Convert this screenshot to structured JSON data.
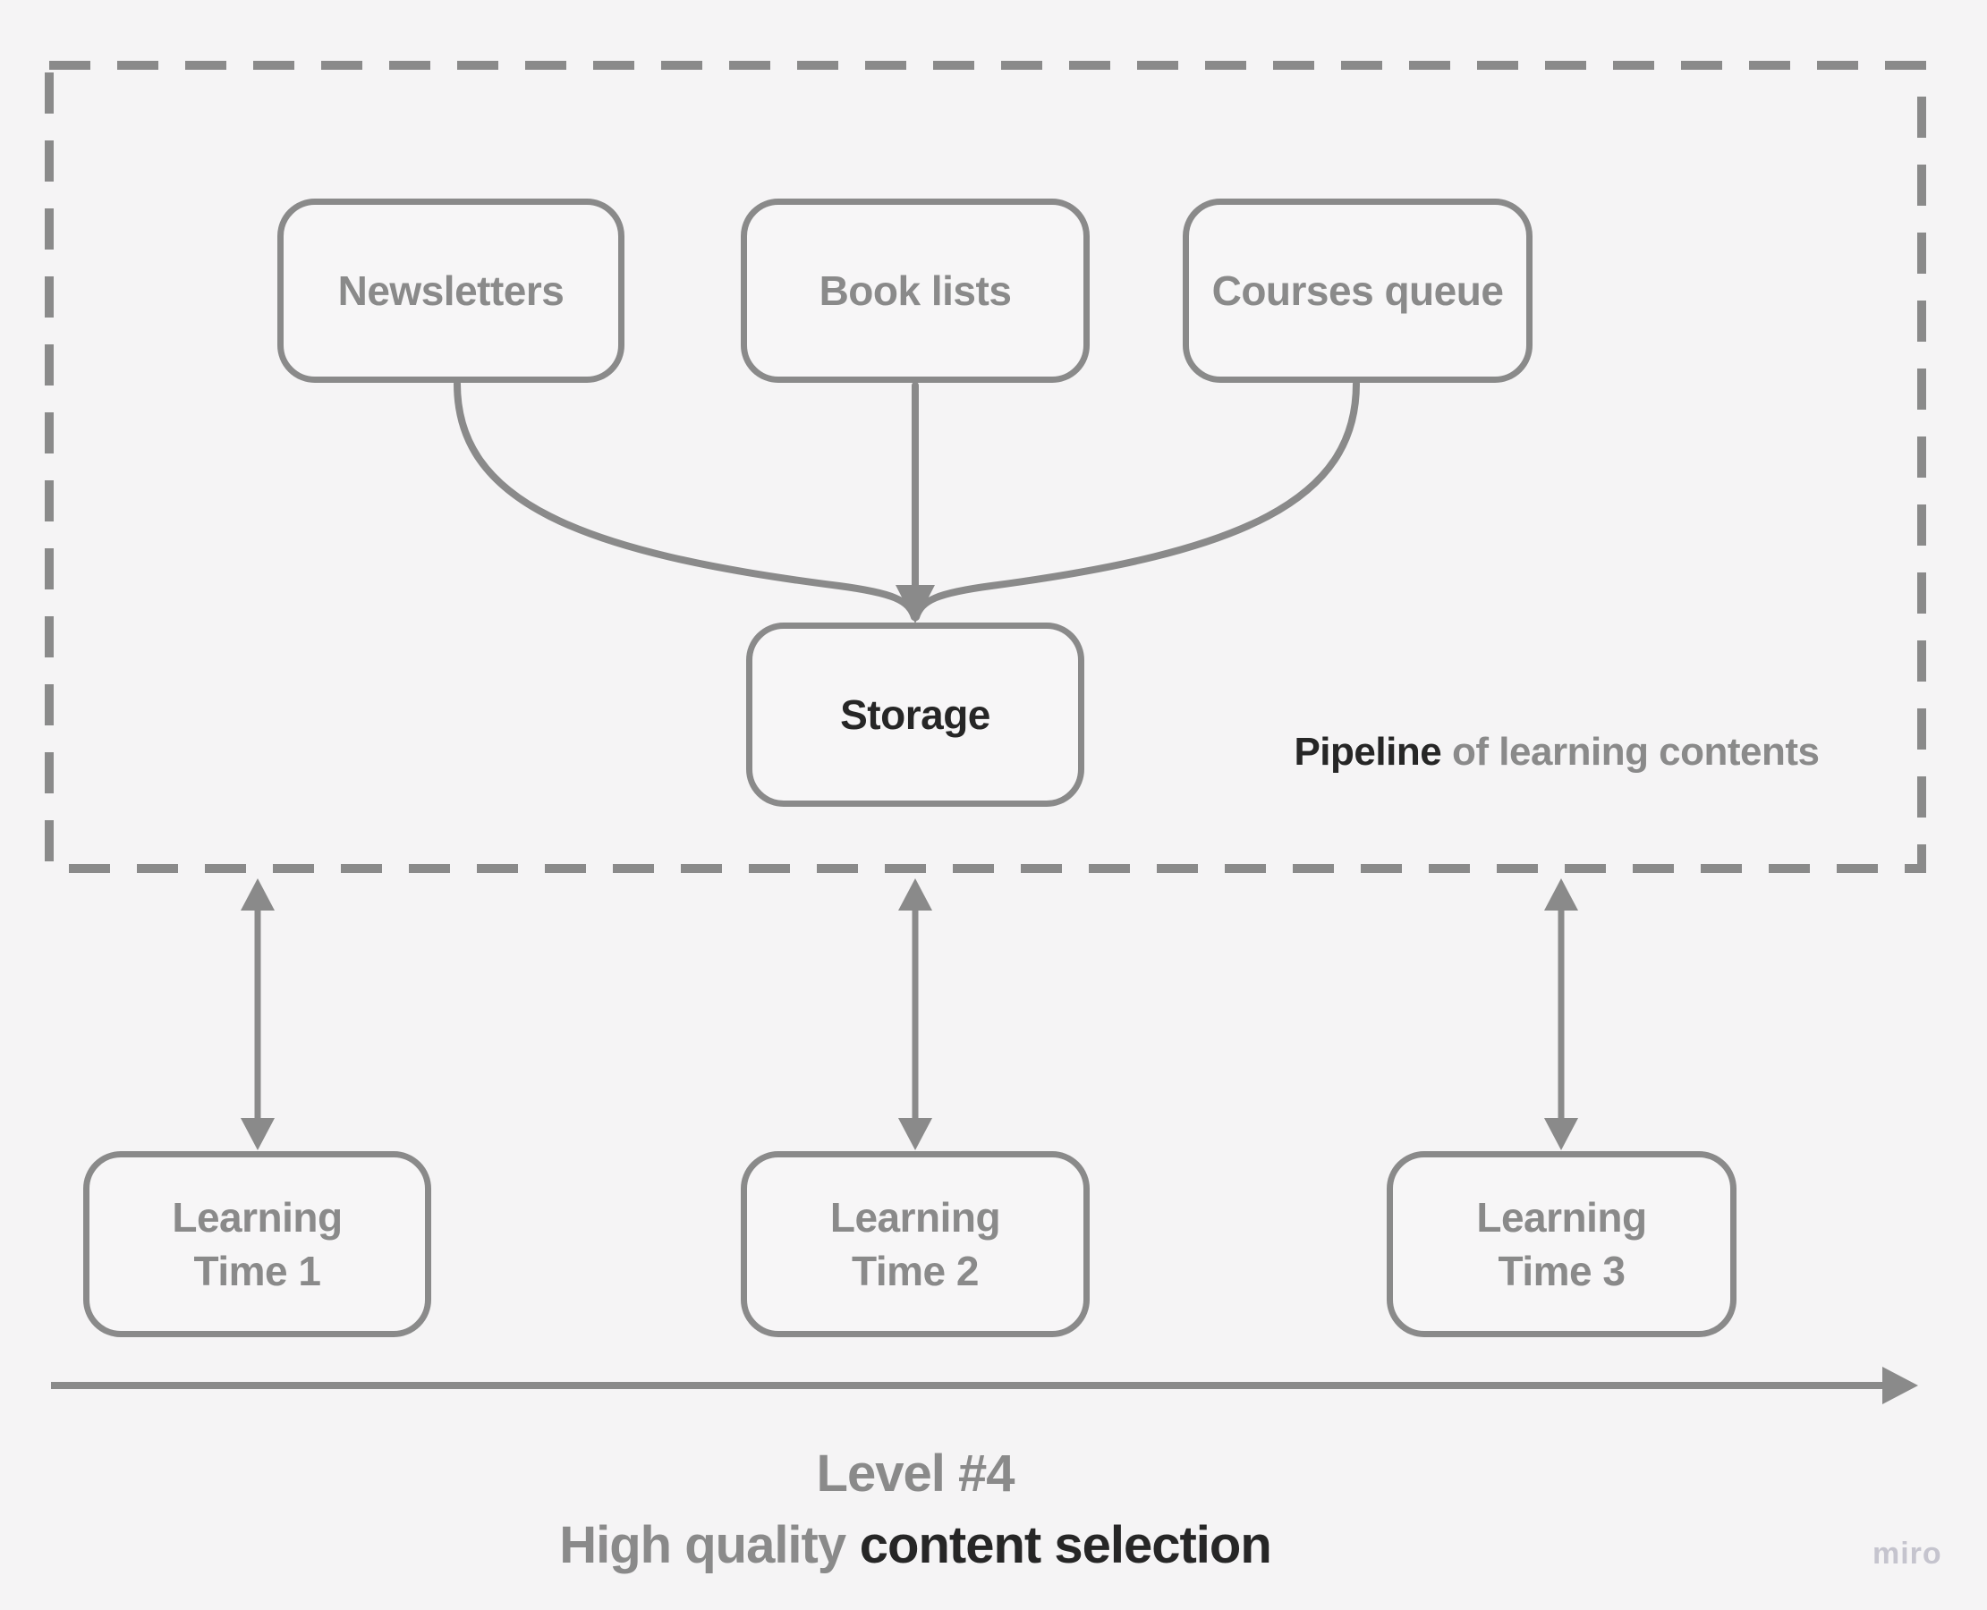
{
  "colors": {
    "background": "#f5f4f5",
    "stroke_gray": "#8a8a8a",
    "text_gray": "#8a8a8a",
    "text_dark": "#262626",
    "node_fill": "#f7f6f7",
    "watermark_gray": "#c5c4ce"
  },
  "pipeline_group": {
    "caption_bold": "Pipeline",
    "caption_rest": "of learning contents",
    "sources": [
      {
        "label": "Newsletters"
      },
      {
        "label": "Book lists"
      },
      {
        "label": "Courses queue"
      }
    ],
    "storage": {
      "label": "Storage"
    }
  },
  "learning_slots": [
    {
      "lines": [
        "Learning",
        "Time 1"
      ]
    },
    {
      "lines": [
        "Learning",
        "Time 2"
      ]
    },
    {
      "lines": [
        "Learning",
        "Time 3"
      ]
    }
  ],
  "footer": {
    "level": "Level #4",
    "line2_gray": "High quality",
    "line2_dark": "content selection"
  },
  "watermark": "miro"
}
